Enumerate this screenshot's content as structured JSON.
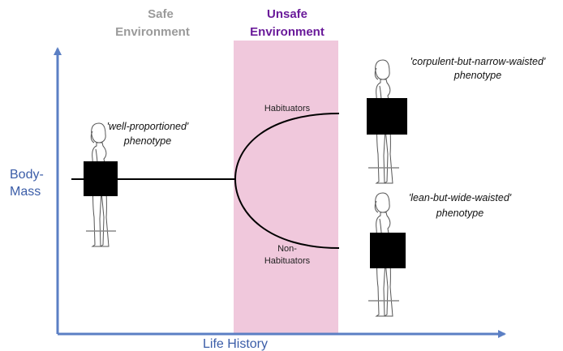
{
  "zones": {
    "safe": {
      "title_line1": "Safe",
      "title_line2": "Environment",
      "color": "#9a9a9a"
    },
    "unsafe": {
      "title_line1": "Unsafe",
      "title_line2": "Environment",
      "color": "#6a1b9a",
      "band_color": "#f0c8dc"
    }
  },
  "axes": {
    "x_label": "Life History",
    "y_label_line1": "Body-",
    "y_label_line2": "Mass",
    "color": "#5b7fc4",
    "label_color": "#3b5da8"
  },
  "branches": {
    "upper_label": "Habituators",
    "lower_label_line1": "Non-",
    "lower_label_line2": "Habituators"
  },
  "phenotypes": {
    "well": {
      "line1": "'well-proportioned'",
      "line2": "phenotype"
    },
    "corpulent": {
      "line1": "'corpulent-but-narrow-waisted'",
      "line2": "phenotype"
    },
    "lean": {
      "line1": "'lean-but-wide-waisted'",
      "line2": "phenotype"
    }
  }
}
